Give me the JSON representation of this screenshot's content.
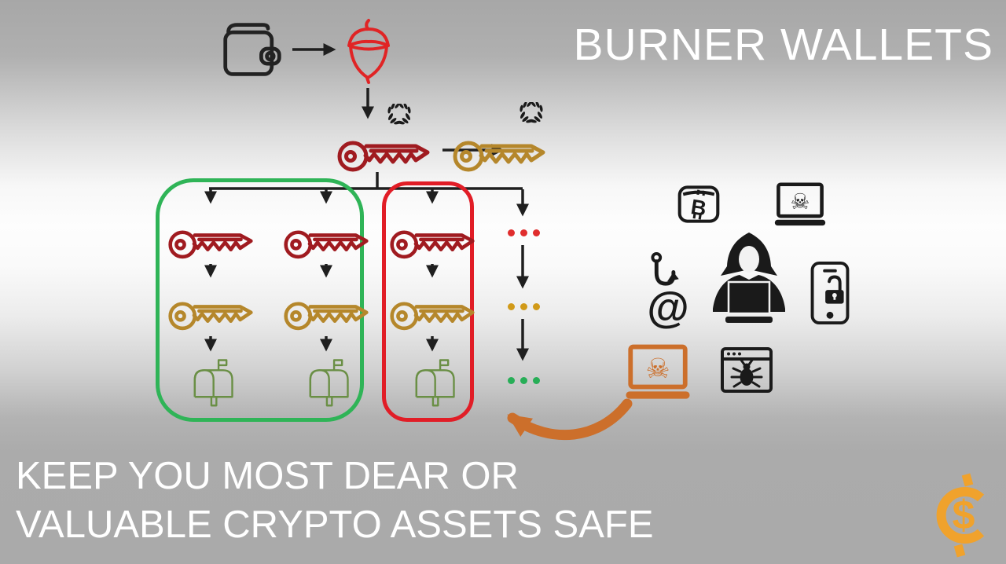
{
  "slide": {
    "title": "BURNER WALLETS",
    "tagline_line1": "KEEP YOU MOST DEAR OR",
    "tagline_line2": "VALUABLE CRYPTO ASSETS SAFE"
  },
  "glyphs": {
    "skull": "☠",
    "at_sign": "@",
    "bitcoin_b": "B",
    "dollar": "$"
  },
  "colors": {
    "title_text": "#FFFFFF",
    "tagline_text": "#FFFFFF",
    "line_black": "#1F1F1F",
    "icon_black": "#1A1A1A",
    "master_key_red": "#A01B20",
    "key_gold": "#B5872B",
    "acorn_red": "#E02425",
    "wallet_black": "#222222",
    "safe_box_green": "#2FB457",
    "burner_box_red": "#E11D26",
    "mailbox_green": "#6A8F45",
    "dot_red": "#E02D2D",
    "dot_gold": "#D19A19",
    "dot_green": "#27AE57",
    "threat_orange": "#CC6F2B",
    "logo_gold": "#F0A22C",
    "face_bg": "#F2F2F2"
  },
  "icons": {
    "wallet": "outline wallet with snap clasp",
    "acorn": "red outline acorn (seed wallet)",
    "master_key": "red key with laurel wreath",
    "backup_key": "gold key with laurel wreath",
    "mailbox": "green outline mailbox",
    "bitcoin_wallet": "rounded square with bitcoin B",
    "skull_laptop": "laptop with skull and crossbones",
    "phishing_hook": "fish hook over at-sign",
    "hacker": "hooded hacker at laptop",
    "unlocked_phone": "smartphone with open padlock",
    "malware_browser": "browser window with bug",
    "coin_logo": "gold coin C with dollar sign"
  }
}
